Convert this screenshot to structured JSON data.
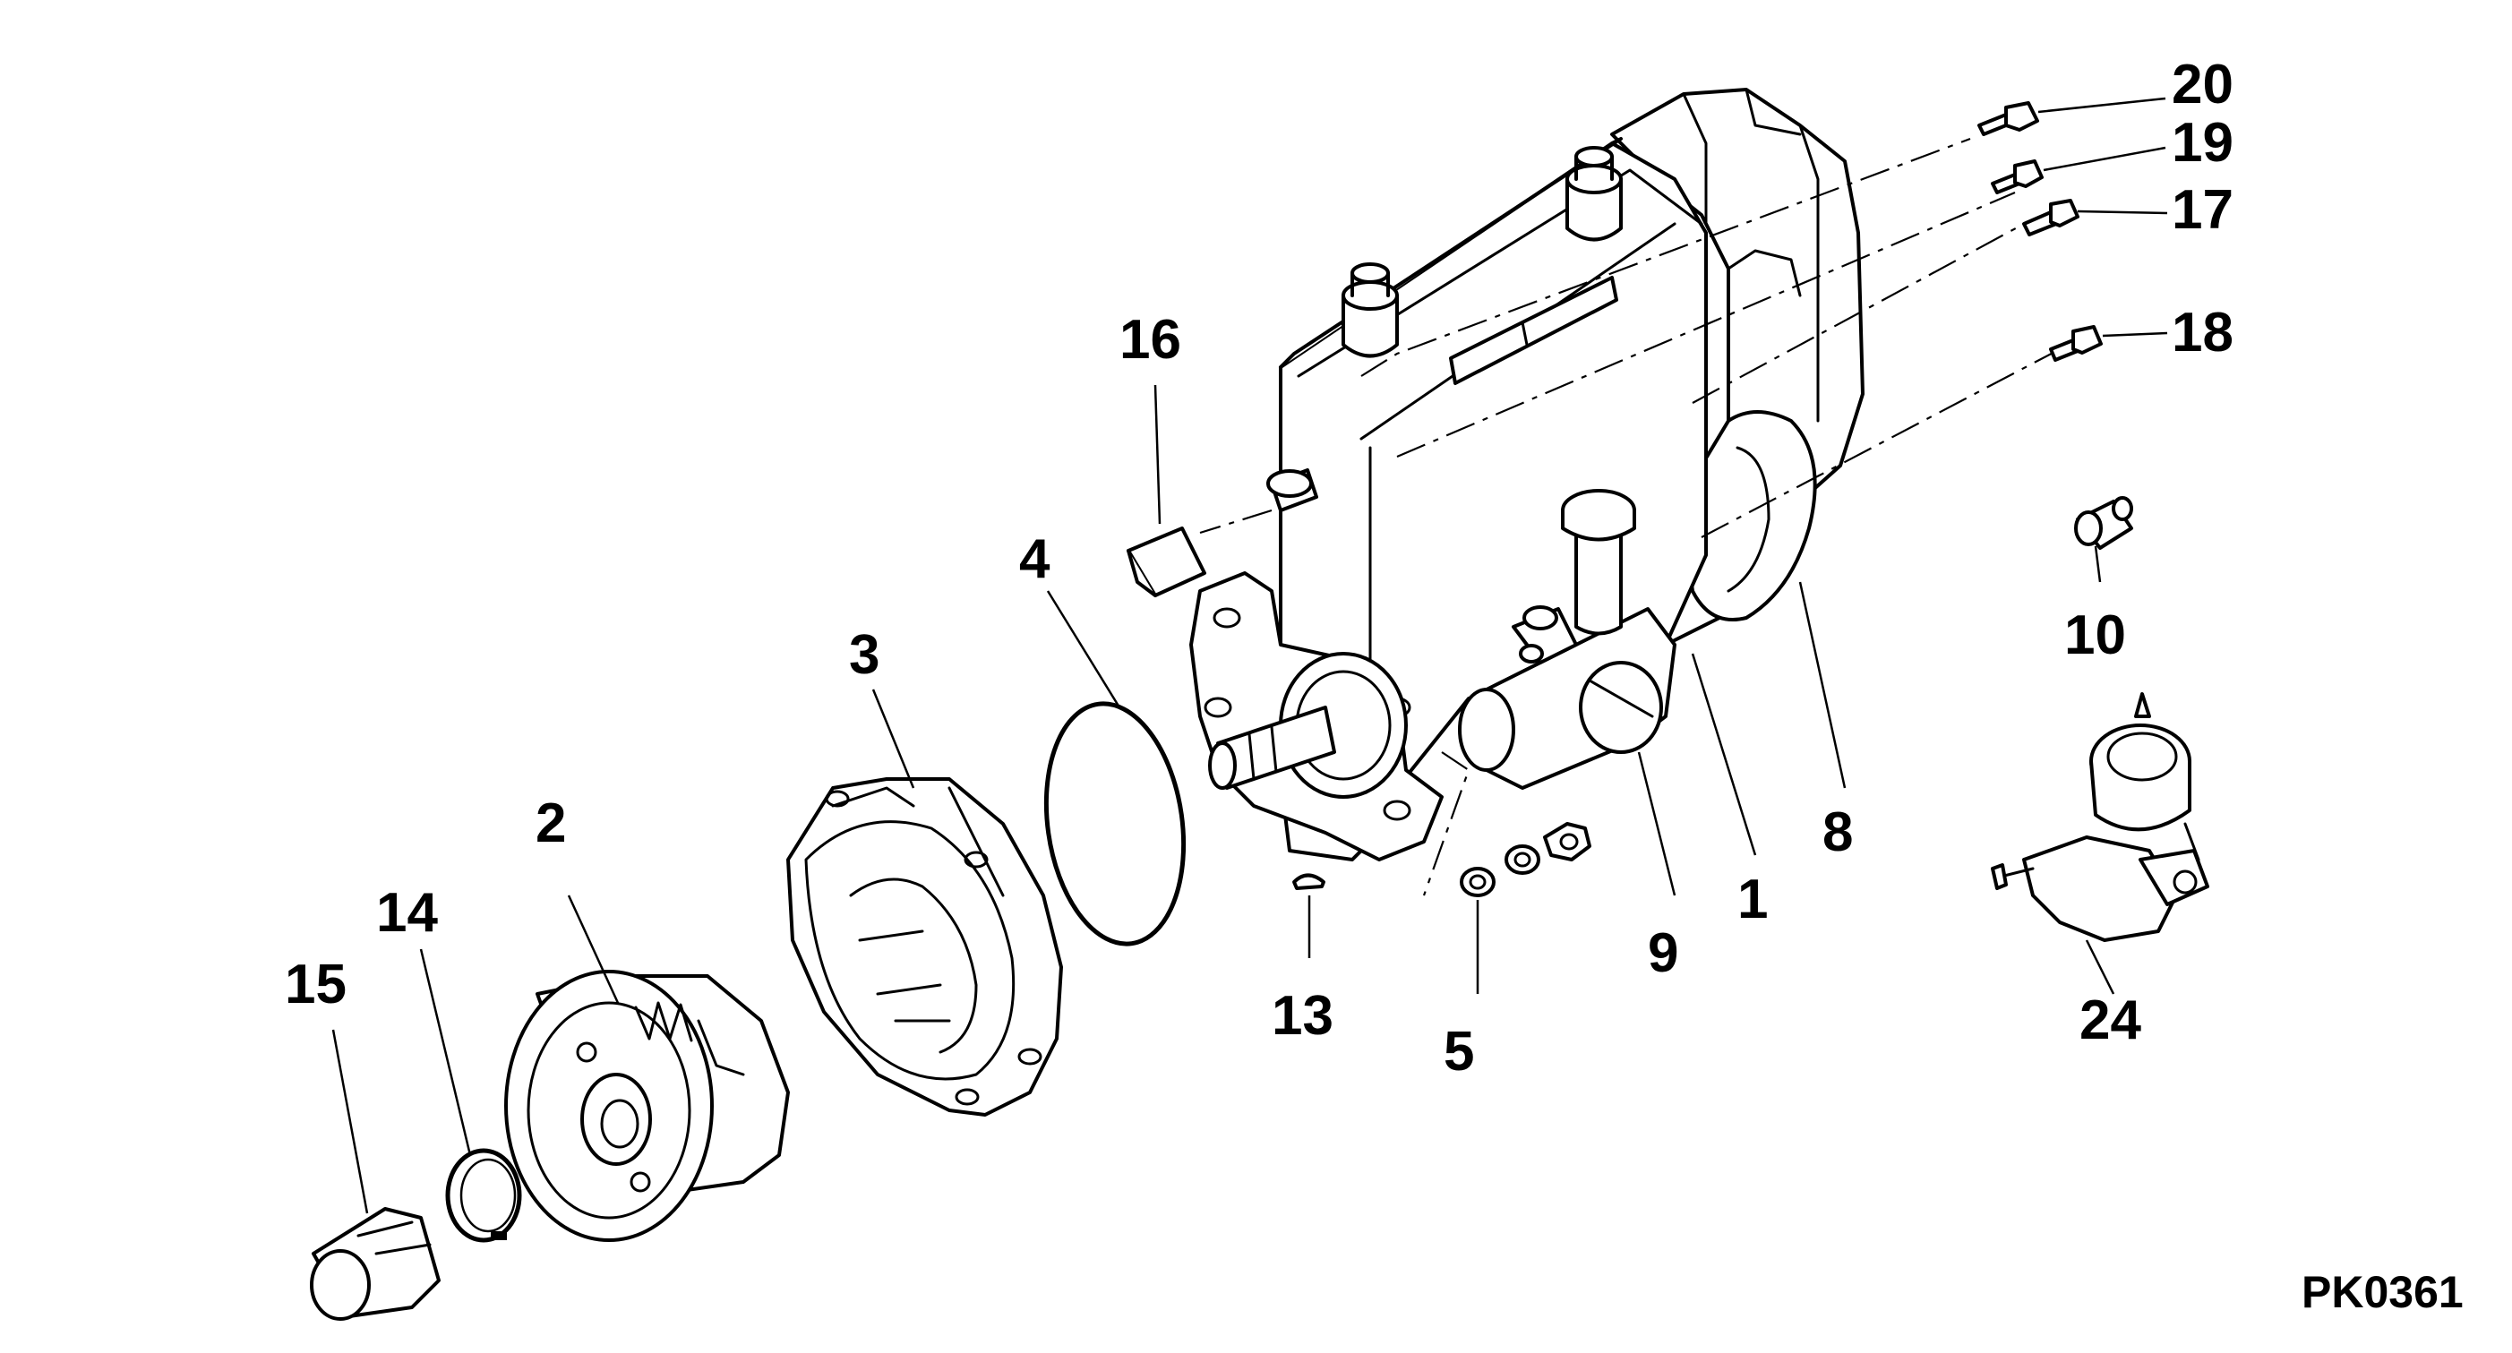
{
  "diagram": {
    "code": "PK0361",
    "callouts": [
      {
        "id": "c1",
        "label": "1"
      },
      {
        "id": "c2",
        "label": "2"
      },
      {
        "id": "c3",
        "label": "3"
      },
      {
        "id": "c4",
        "label": "4"
      },
      {
        "id": "c5",
        "label": "5"
      },
      {
        "id": "c8",
        "label": "8"
      },
      {
        "id": "c9",
        "label": "9"
      },
      {
        "id": "c10",
        "label": "10"
      },
      {
        "id": "c13",
        "label": "13"
      },
      {
        "id": "c14",
        "label": "14"
      },
      {
        "id": "c15",
        "label": "15"
      },
      {
        "id": "c16",
        "label": "16"
      },
      {
        "id": "c17",
        "label": "17"
      },
      {
        "id": "c18",
        "label": "18"
      },
      {
        "id": "c19",
        "label": "19"
      },
      {
        "id": "c20",
        "label": "20"
      },
      {
        "id": "c24",
        "label": "24"
      }
    ]
  }
}
